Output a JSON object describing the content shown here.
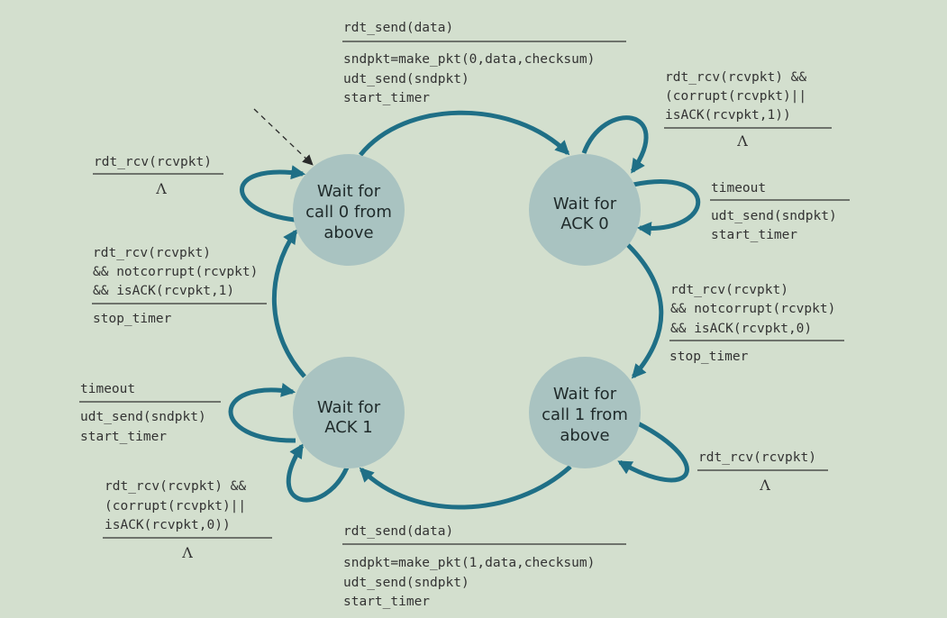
{
  "states": {
    "wait_call0": [
      "Wait for",
      "call 0 from",
      "above"
    ],
    "wait_ack0": [
      "Wait for",
      "ACK 0"
    ],
    "wait_call1": [
      "Wait for",
      "call 1 from",
      "above"
    ],
    "wait_ack1": [
      "Wait for",
      "ACK 1"
    ]
  },
  "transitions": {
    "send0": {
      "event": "rdt_send(data)",
      "actions": [
        "sndpkt=make_pkt(0,data,checksum)",
        "udt_send(sndpkt)",
        "start_timer"
      ]
    },
    "ack0_corrupt": {
      "event": [
        "rdt_rcv(rcvpkt) &&",
        "(corrupt(rcvpkt)||",
        "isACK(rcvpkt,1))"
      ],
      "action": "Λ"
    },
    "ack0_timeout": {
      "event": "timeout",
      "actions": [
        "udt_send(sndpkt)",
        "start_timer"
      ]
    },
    "ack0_ok": {
      "event": [
        "rdt_rcv(rcvpkt)",
        "&& notcorrupt(rcvpkt)",
        "&& isACK(rcvpkt,0)"
      ],
      "action": "stop_timer"
    },
    "call1_rcv": {
      "event": "rdt_rcv(rcvpkt)",
      "action": "Λ"
    },
    "send1": {
      "event": "rdt_send(data)",
      "actions": [
        "sndpkt=make_pkt(1,data,checksum)",
        "udt_send(sndpkt)",
        "start_timer"
      ]
    },
    "ack1_corrupt": {
      "event": [
        "rdt_rcv(rcvpkt) &&",
        "(corrupt(rcvpkt)||",
        "isACK(rcvpkt,0))"
      ],
      "action": "Λ"
    },
    "ack1_timeout": {
      "event": "timeout",
      "actions": [
        "udt_send(sndpkt)",
        "start_timer"
      ]
    },
    "ack1_ok": {
      "event": [
        "rdt_rcv(rcvpkt)",
        "&& notcorrupt(rcvpkt)",
        "&& isACK(rcvpkt,1)"
      ],
      "action": "stop_timer"
    },
    "call0_rcv": {
      "event": "rdt_rcv(rcvpkt)",
      "action": "Λ"
    }
  }
}
